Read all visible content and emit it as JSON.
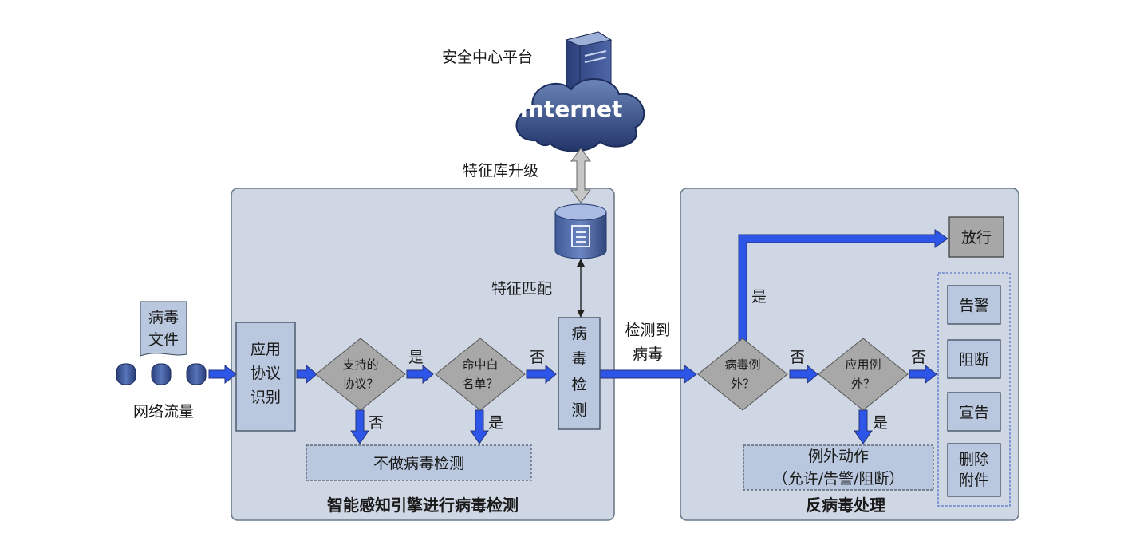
{
  "security_center": "安全中心平台",
  "cloud": "Internet",
  "signature_upgrade": "特征库升级",
  "signature_match": "特征匹配",
  "virus_file": [
    "病毒",
    "文件"
  ],
  "network_traffic": "网络流量",
  "engine_panel": {
    "title": "智能感知引擎进行病毒检测",
    "app_protocol_id": [
      "应用",
      "协议",
      "识别"
    ],
    "supported_protocol": [
      "支持的",
      "协议？"
    ],
    "whitelist_hit": [
      "命中白",
      "名单？"
    ],
    "virus_detect": [
      "病",
      "毒",
      "检",
      "测"
    ],
    "no_detect": "不做病毒检测",
    "yes": "是",
    "no": "否"
  },
  "detected": [
    "检测到",
    "病毒"
  ],
  "av_panel": {
    "title": "反病毒处理",
    "virus_exception": [
      "病毒例",
      "外？"
    ],
    "app_exception": [
      "应用例",
      "外？"
    ],
    "allow": "放行",
    "exception_action": [
      "例外动作",
      "（允许/告警/阻断）"
    ],
    "actions": [
      "告警",
      "阻断",
      "宣告"
    ],
    "delete_attachment": [
      "删除",
      "附件"
    ],
    "yes": "是",
    "no": "否"
  },
  "colors": {
    "flow_arrow": "#2d55e8",
    "box": "#b9c8de",
    "decision": "#a8a8a8",
    "panel": "#ced7e3"
  },
  "icons": [
    "server-icon",
    "database-icon",
    "cloud-icon",
    "traffic-packet-icon"
  ]
}
